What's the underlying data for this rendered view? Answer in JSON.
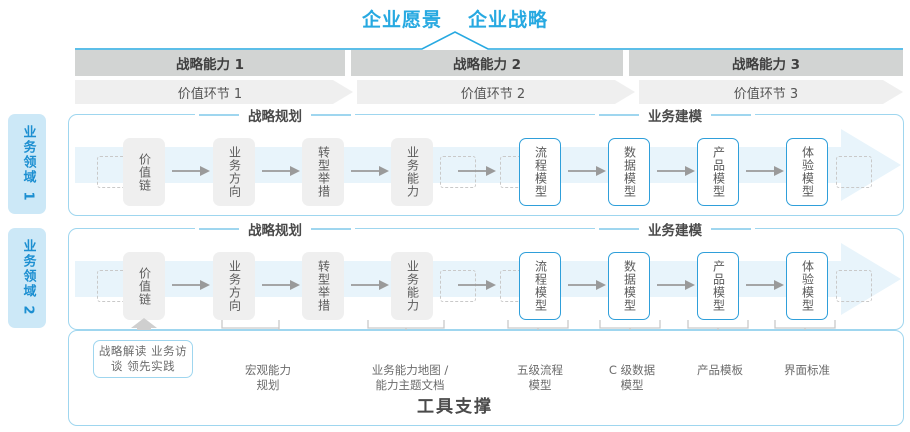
{
  "header": {
    "vision": "企业愿景",
    "strategy": "企业战略",
    "accent_color": "#27A9E1"
  },
  "capability_bar": {
    "items": [
      {
        "label": "战略能力 1"
      },
      {
        "label": "战略能力 2"
      },
      {
        "label": "战略能力 3"
      }
    ],
    "bg_color": "#d2d4d3"
  },
  "value_chain_bar": {
    "items": [
      {
        "label": "价值环节 1"
      },
      {
        "label": "价值环节 2"
      },
      {
        "label": "价值环节 3"
      }
    ],
    "bg_color": "#efefef"
  },
  "domains": [
    {
      "label": "业务领域 1"
    },
    {
      "label": "业务领域 2"
    }
  ],
  "sections": {
    "planning_title": "战略规划",
    "modeling_title": "业务建模"
  },
  "nodes": {
    "planning": [
      {
        "label": "价值链"
      },
      {
        "label": "业务方向"
      },
      {
        "label": "转型举措"
      },
      {
        "label": "业务能力"
      }
    ],
    "modeling": [
      {
        "label": "流程模型"
      },
      {
        "label": "数据模型"
      },
      {
        "label": "产品模型"
      },
      {
        "label": "体验模型"
      }
    ]
  },
  "tools": {
    "pill": "战略解读\n业务访谈\n领先实践",
    "labels": [
      {
        "label": "宏观能力\n规划"
      },
      {
        "label": "业务能力地图 /\n能力主题文档"
      },
      {
        "label": "五级流程\n模型"
      },
      {
        "label": "C 级数据\n模型"
      },
      {
        "label": "产品模板"
      },
      {
        "label": "界面标准"
      }
    ],
    "footer_title": "工具支撑"
  }
}
